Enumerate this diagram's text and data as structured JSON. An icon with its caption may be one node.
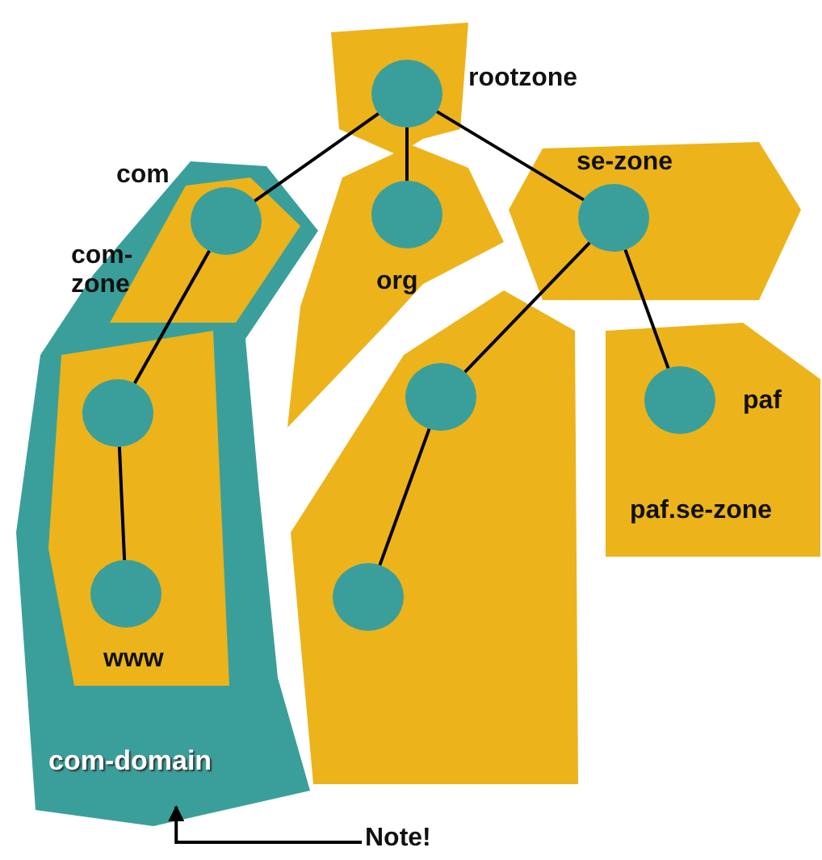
{
  "diagram": {
    "nodes": [
      {
        "text": [
          "com-domain"
        ]
      },
      {
        "text": [
          "com-zone"
        ],
        "in": 0
      },
      {
        "text": [
          "com"
        ],
        "in": 1
      },
      {
        "text": [],
        "shape": "polygon",
        "in": 0
      },
      {
        "text": [],
        "shape": "circle",
        "in": 3
      },
      {
        "text": [
          "www"
        ],
        "in": 3
      },
      {
        "text": [],
        "shape": "polygon"
      },
      {
        "text": [
          "rootzone"
        ],
        "in": 6
      },
      {
        "text": [],
        "shape": "polygon"
      },
      {
        "text": [
          "org"
        ],
        "in": 8
      },
      {
        "text": [],
        "shape": "polygon"
      },
      {
        "text": [
          "se-zone"
        ],
        "in": 10
      },
      {
        "text": [],
        "shape": "polygon"
      },
      {
        "text": [],
        "shape": "circle",
        "in": 12
      },
      {
        "text": [],
        "shape": "circle",
        "in": 12
      },
      {
        "text": [
          "paf.se-zone"
        ]
      },
      {
        "text": [
          "paf"
        ],
        "in": 15
      },
      {
        "text": [
          "Note!"
        ]
      }
    ],
    "edges": [
      {
        "from": 7,
        "to": 2,
        "arrow": "none"
      },
      {
        "from": 7,
        "to": 9,
        "arrow": "none"
      },
      {
        "from": 7,
        "to": 11,
        "arrow": "none"
      },
      {
        "from": 2,
        "to": 4,
        "arrow": "none"
      },
      {
        "from": 4,
        "to": 5,
        "arrow": "none"
      },
      {
        "from": 11,
        "to": 13,
        "arrow": "none"
      },
      {
        "from": 13,
        "to": 14,
        "arrow": "none"
      },
      {
        "from": 11,
        "to": 16,
        "arrow": "none"
      },
      {
        "from": 17,
        "to": 0,
        "arrow": "to"
      }
    ]
  }
}
